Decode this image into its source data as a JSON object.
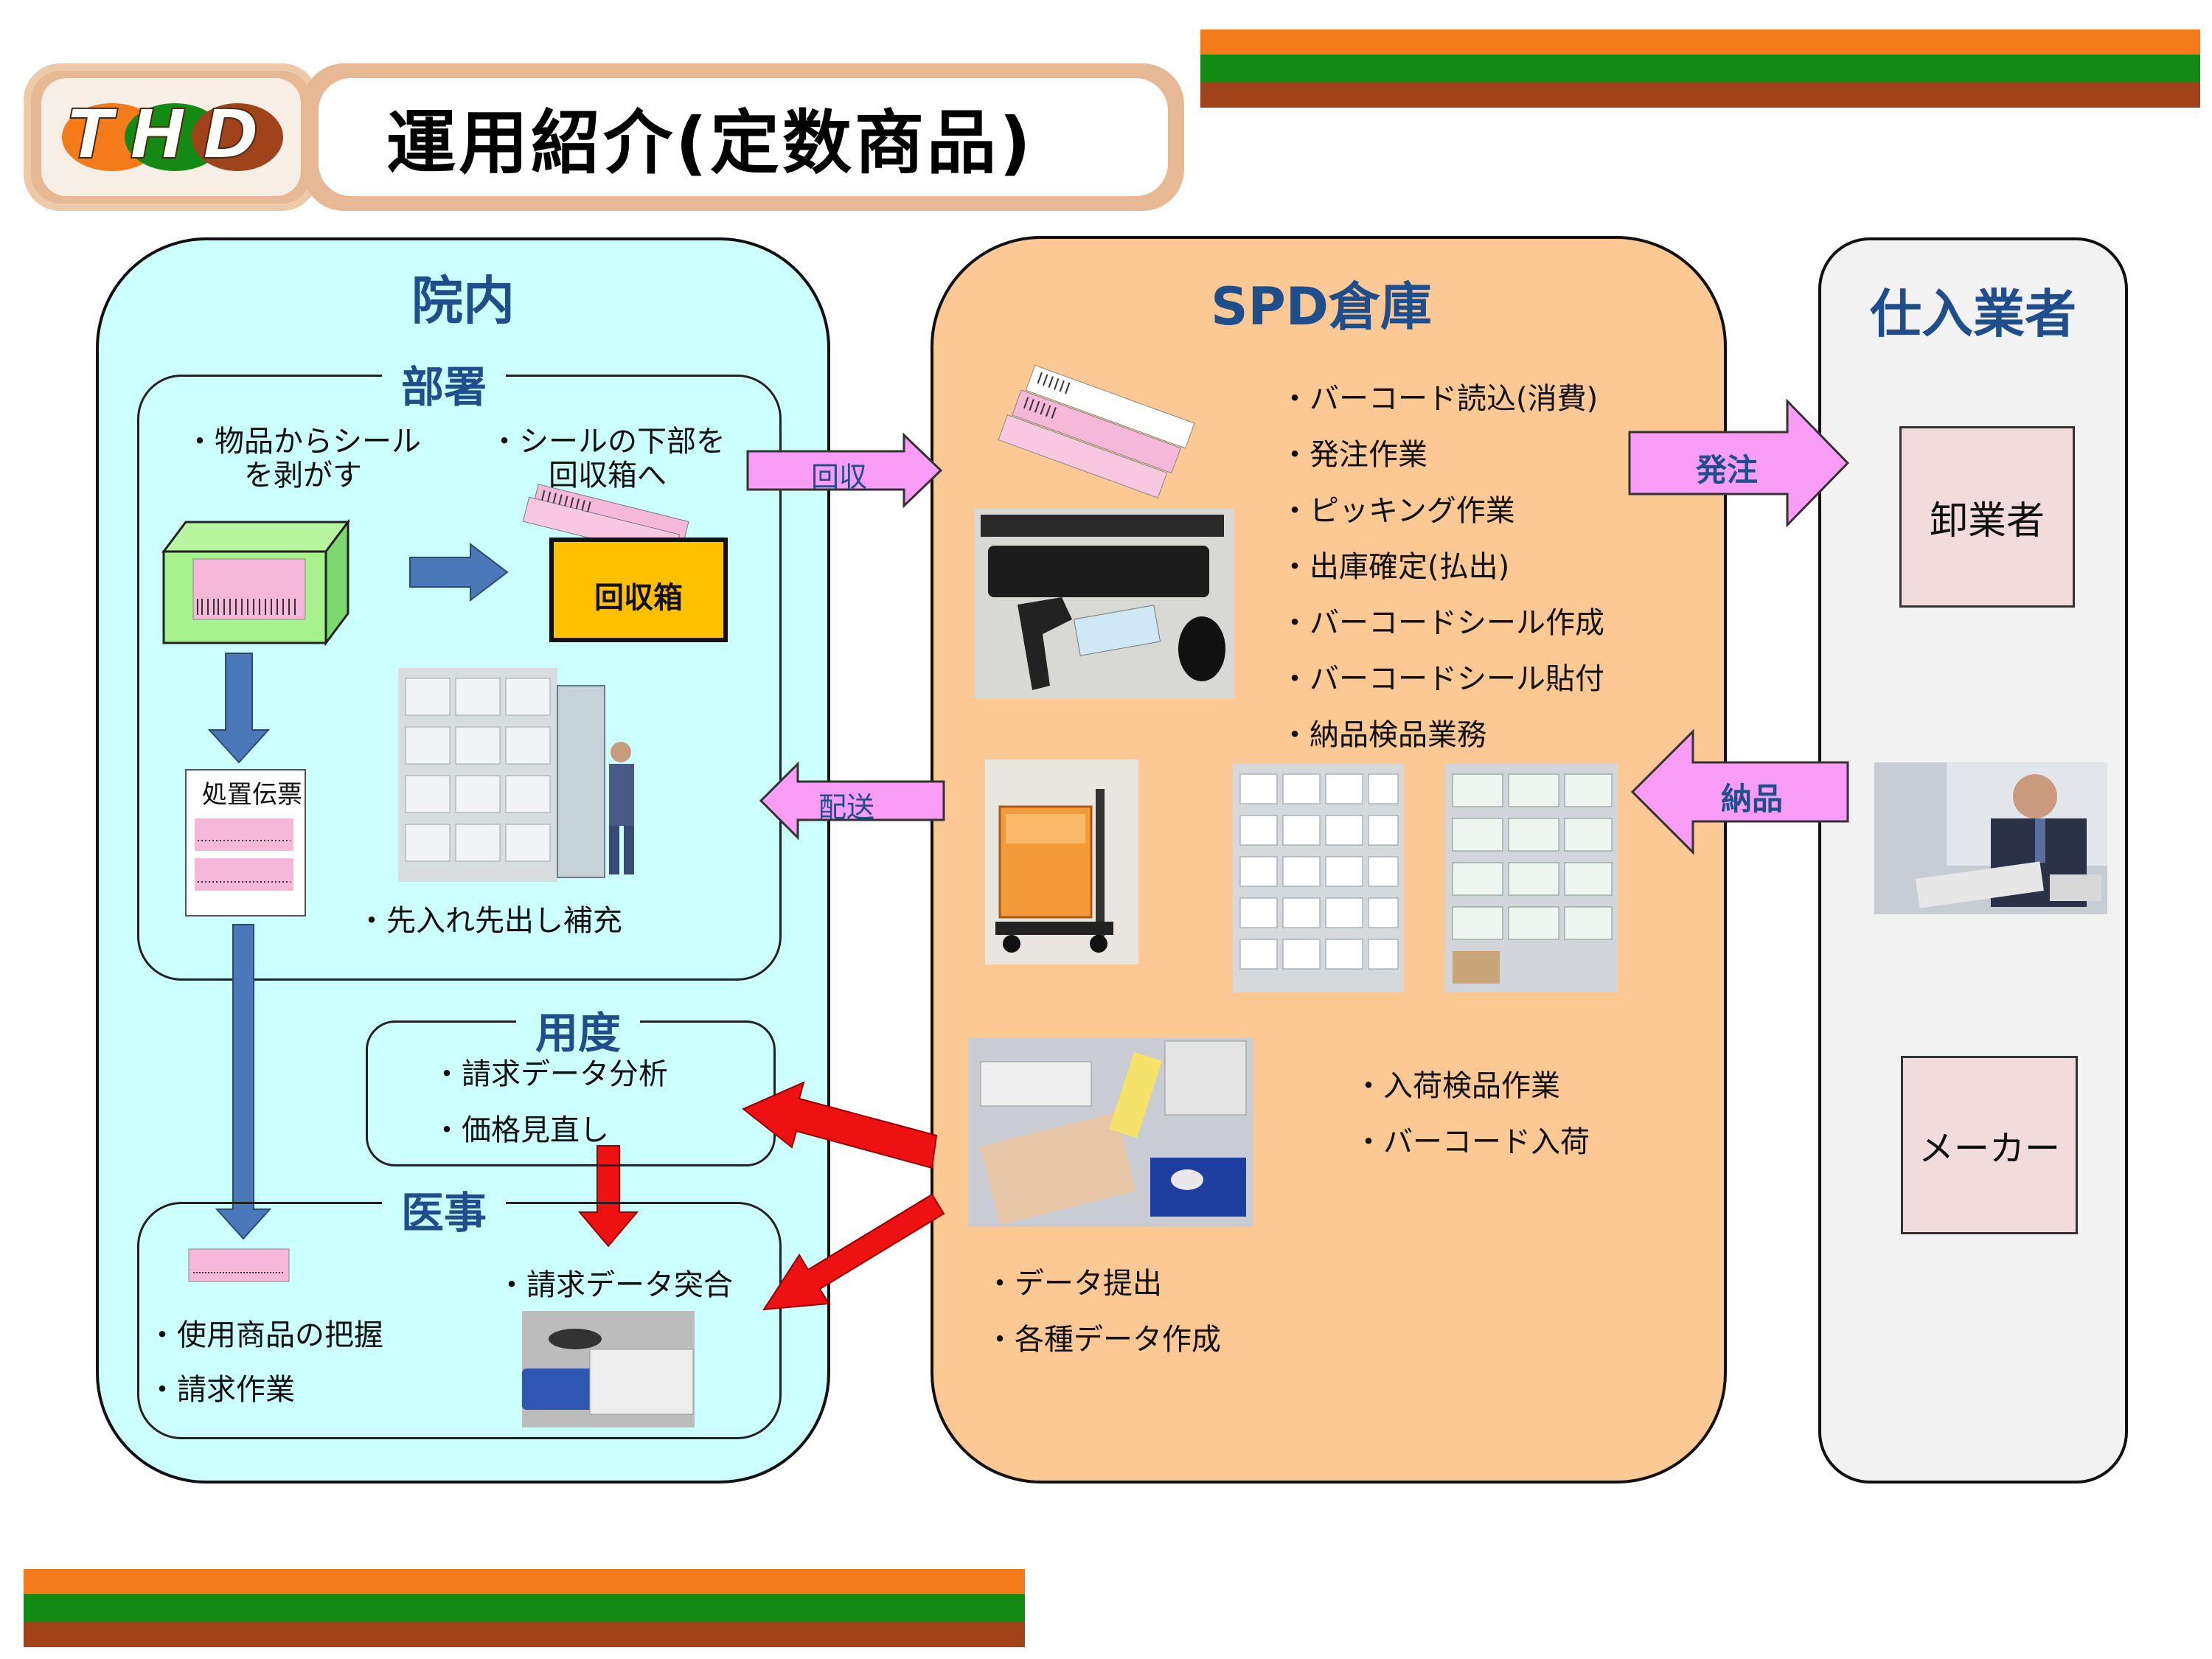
{
  "header": {
    "logo_text": "THD",
    "title": "運用紹介(定数商品)"
  },
  "hospital": {
    "heading": "院内",
    "department": {
      "heading": "部署",
      "step1": [
        "・物品からシール",
        "を剥がす"
      ],
      "step2": [
        "・シールの下部を",
        "回収箱へ"
      ],
      "collection_box": "回収箱",
      "slip": "処置伝票",
      "replenish": "・先入れ先出し補充"
    },
    "supplies": {
      "heading": "用度",
      "items": [
        "・請求データ分析",
        "・価格見直し"
      ]
    },
    "medical": {
      "heading": "医事",
      "items": [
        "・使用商品の把握",
        "・請求作業"
      ],
      "match": "・請求データ突合"
    }
  },
  "warehouse": {
    "heading": "SPD倉庫",
    "tasks": [
      "・バーコード読込(消費)",
      "・発注作業",
      "・ピッキング作業",
      "・出庫確定(払出)",
      "・バーコードシール作成",
      "・バーコードシール貼付",
      "・納品検品業務"
    ],
    "receiving": [
      "・入荷検品作業",
      "・バーコード入荷"
    ],
    "data": [
      "・データ提出",
      "・各種データ作成"
    ]
  },
  "supplier": {
    "heading": "仕入業者",
    "wholesaler": "卸業者",
    "maker": "メーカー"
  },
  "arrows": {
    "collect": "回収",
    "deliver": "配送",
    "order": "発注",
    "delivery": "納品"
  },
  "colors": {
    "stripe_orange": "#f47a1a",
    "stripe_green": "#138a13",
    "stripe_brown": "#a0421a",
    "hospital_bg": "#ccffff",
    "warehouse_bg": "#fcc994",
    "supplier_bg": "#f2f2f2",
    "pink_arrow": "#f99cf6",
    "heading_blue": "#1f4e8c",
    "box_yellow": "#ffc000",
    "red_arrow": "#ee1111",
    "blue_arrow": "#4a78b8"
  }
}
